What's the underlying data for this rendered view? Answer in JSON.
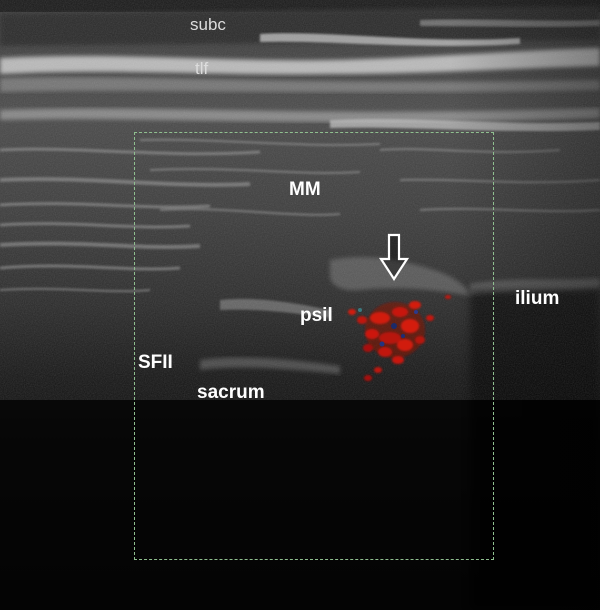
{
  "image": {
    "modality_colors": {
      "background": "#050505",
      "tissue_bright": "#d8d8d8",
      "doppler_flow": "#c0170a",
      "roi_box": "#8fbf8f"
    }
  },
  "labels": {
    "subc": "subc",
    "tlf": "tlf",
    "mm": "MM",
    "psil": "psil",
    "ilium": "ilium",
    "sfii": "SFII",
    "sacrum": "sacrum"
  },
  "annotations": {
    "arrow_icon": "down-arrow-icon",
    "box_style": "dashed"
  }
}
